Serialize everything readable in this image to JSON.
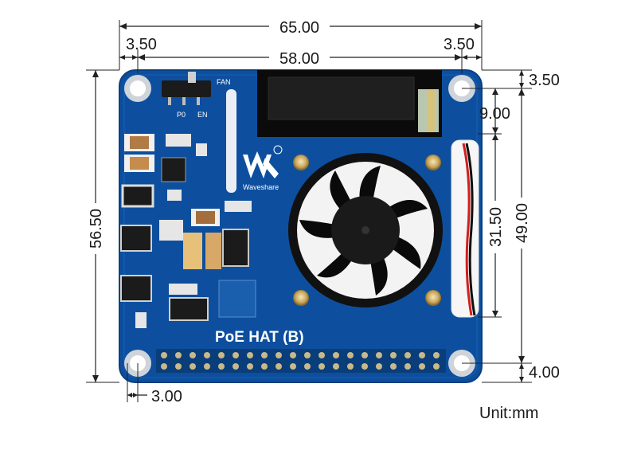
{
  "dimensions": {
    "total_width": "65.00",
    "hole_spacing_x": "58.00",
    "left_edge_offset": "3.50",
    "right_edge_offset": "3.50",
    "top_edge_offset": "3.50",
    "total_height": "56.50",
    "hole_spacing_y": "49.00",
    "fan_top_offset": "9.00",
    "fan_hole_spacing": "31.50",
    "bottom_edge_offset": "4.00",
    "bottom_left_offset": "3.00"
  },
  "unit_label": "Unit:mm",
  "board": {
    "product_name": "PoE HAT (B)",
    "brand_name": "Waveshare",
    "switch_label_fan": "FAN",
    "switch_label_p0": "P0",
    "switch_label_en": "EN",
    "pcb_color": "#0d4f9e",
    "accent_colors": {
      "oled": "#1a1a1a",
      "fan": "#0b0b0b",
      "gold": "#c9a55a"
    }
  }
}
